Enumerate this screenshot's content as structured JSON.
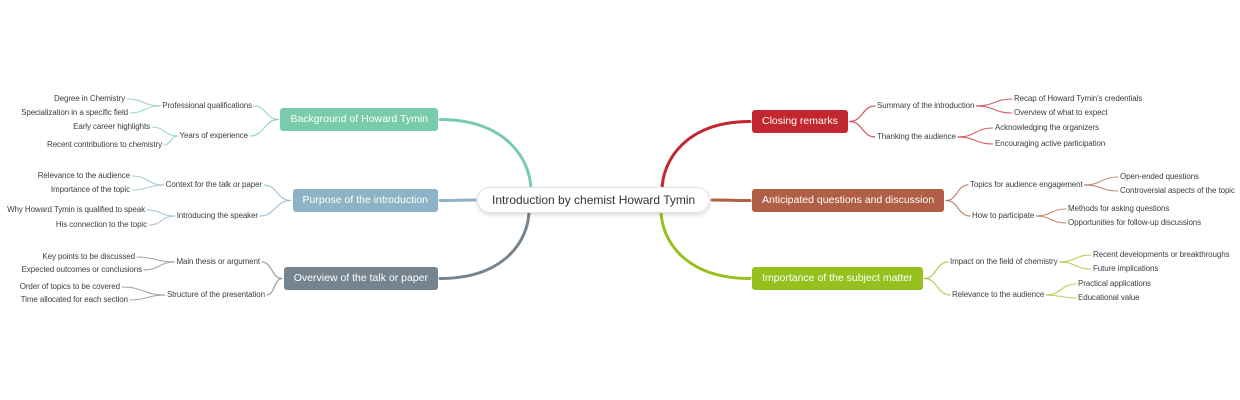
{
  "canvas": {
    "background": "#ffffff"
  },
  "root": {
    "label": "Introduction by chemist Howard Tymin"
  },
  "branches": [
    {
      "label": "Background of Howard Tymin",
      "color": "#78ccab",
      "children": [
        {
          "label": "Professional qualifications",
          "children": [
            {
              "label": "Degree in Chemistry"
            },
            {
              "label": "Specialization in a specific field"
            }
          ]
        },
        {
          "label": "Years of experience",
          "children": [
            {
              "label": "Early career highlights"
            },
            {
              "label": "Recent contributions to chemistry"
            }
          ]
        }
      ]
    },
    {
      "label": "Purpose of the introduction",
      "color": "#8db3c7",
      "children": [
        {
          "label": "Context for the talk or paper",
          "children": [
            {
              "label": "Relevance to the audience"
            },
            {
              "label": "Importance of the topic"
            }
          ]
        },
        {
          "label": "Introducing the speaker",
          "children": [
            {
              "label": "Why Howard Tymin is qualified to speak"
            },
            {
              "label": "His connection to the topic"
            }
          ]
        }
      ]
    },
    {
      "label": "Overview of the talk or paper",
      "color": "#75848e",
      "children": [
        {
          "label": "Main thesis or argument",
          "children": [
            {
              "label": "Key points to be discussed"
            },
            {
              "label": "Expected outcomes or conclusions"
            }
          ]
        },
        {
          "label": "Structure of the presentation",
          "children": [
            {
              "label": "Order of topics to be covered"
            },
            {
              "label": "Time allocated for each section"
            }
          ]
        }
      ]
    },
    {
      "label": "Closing remarks",
      "color": "#c2262f",
      "children": [
        {
          "label": "Summary of the introduction",
          "children": [
            {
              "label": "Recap of Howard Tymin's credentials"
            },
            {
              "label": "Overview of what to expect"
            }
          ]
        },
        {
          "label": "Thanking the audience",
          "children": [
            {
              "label": "Acknowledging the organizers"
            },
            {
              "label": "Encouraging active participation"
            }
          ]
        }
      ]
    },
    {
      "label": "Anticipated questions and discussion",
      "color": "#b05e45",
      "children": [
        {
          "label": "Topics for audience engagement",
          "children": [
            {
              "label": "Open-ended questions"
            },
            {
              "label": "Controversial aspects of the topic"
            }
          ]
        },
        {
          "label": "How to participate",
          "children": [
            {
              "label": "Methods for asking questions"
            },
            {
              "label": "Opportunities for follow-up discussions"
            }
          ]
        }
      ]
    },
    {
      "label": "Importance of the subject matter",
      "color": "#95c11f",
      "children": [
        {
          "label": "Impact on the field of chemistry",
          "children": [
            {
              "label": "Recent developments or breakthroughs"
            },
            {
              "label": "Future implications"
            }
          ]
        },
        {
          "label": "Relevance to the audience",
          "children": [
            {
              "label": "Practical applications"
            },
            {
              "label": "Educational value"
            }
          ]
        }
      ]
    }
  ]
}
